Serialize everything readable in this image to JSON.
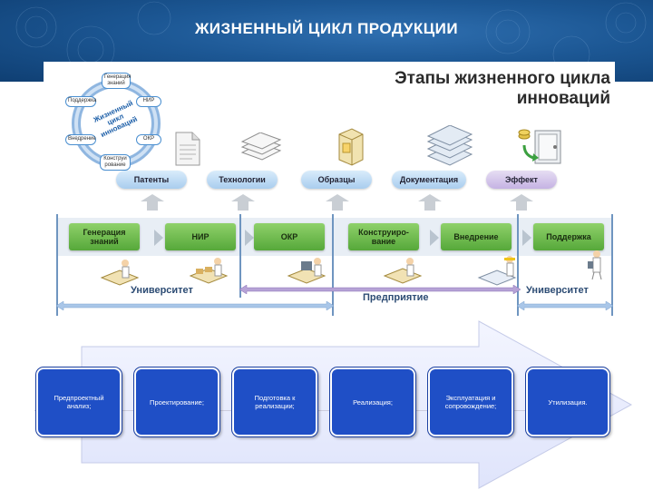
{
  "header": {
    "title": "ЖИЗНЕННЫЙ ЦИКЛ ПРОДУКЦИИ"
  },
  "panel": {
    "title_line1": "Этапы жизненного цикла",
    "title_line2": "инноваций"
  },
  "wheel": {
    "center": "Жизненный цикл инноваций",
    "items": [
      "Генерация знаний",
      "НИР",
      "ОКР",
      "Конструи рование",
      "Внедрение",
      "Поддержка"
    ]
  },
  "outputs": [
    "Патенты",
    "Технологии",
    "Образцы",
    "Документация",
    "Эффект"
  ],
  "stages": [
    "Генерация знаний",
    "НИР",
    "ОКР",
    "Конструиро-вание",
    "Внедрение",
    "Поддержка"
  ],
  "spans": {
    "university_left": "Университет",
    "enterprise": "Предприятие",
    "university_right": "Университет"
  },
  "product_phases": [
    "Предпроектный анализ;",
    "Проектирование;",
    "Подготовка к реализации;",
    "Реализация;",
    "Эксплуатация и сопровождение;",
    "Утилизация."
  ],
  "colors": {
    "header": "#1c5794",
    "stage_green": "#6dbb47",
    "phase_blue": "#1f4fc6",
    "arrow_fill": "#eef0ff"
  }
}
